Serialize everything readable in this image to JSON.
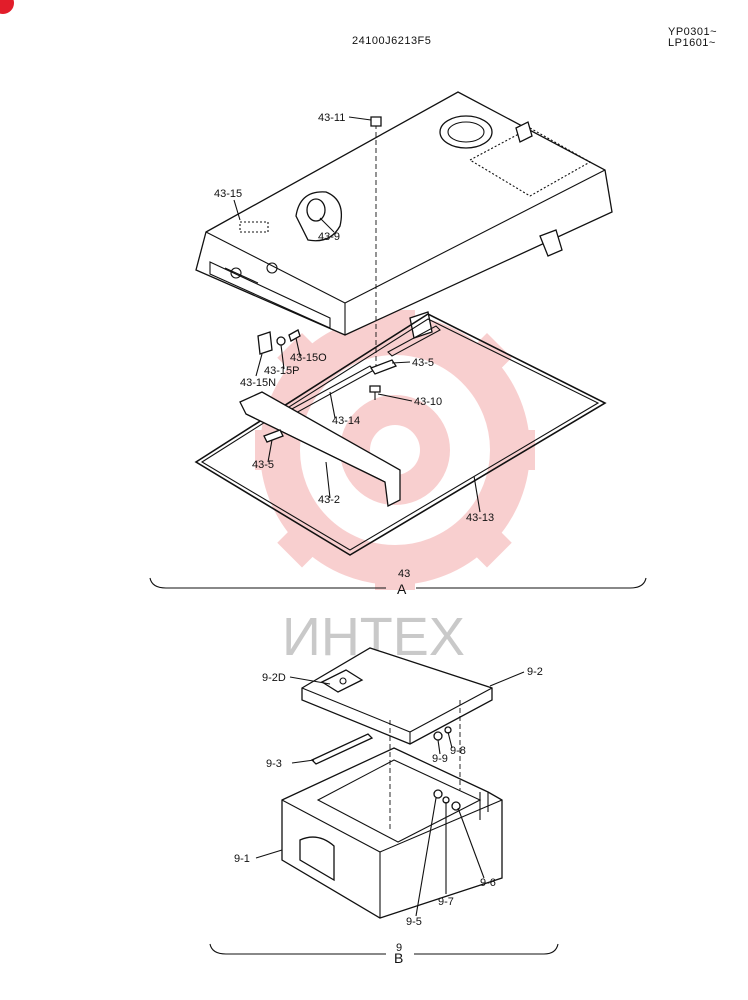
{
  "header": {
    "doc_number": "24100J6213F5",
    "serials": [
      "YP0301~",
      "LP1601~"
    ]
  },
  "watermark": {
    "text": "ИНТЕХ",
    "color": "#f4a9a9"
  },
  "section_a": {
    "group_number": "43",
    "section_letter": "A",
    "callouts": [
      "43-11",
      "43-15",
      "43-9",
      "43-15O",
      "43-15P",
      "43-15N",
      "43-5",
      "43-10",
      "43-14",
      "43-5",
      "43-2",
      "43-13"
    ]
  },
  "section_b": {
    "group_number": "9",
    "section_letter": "B",
    "callouts": [
      "9-2D",
      "9-2",
      "9-8",
      "9-9",
      "9-3",
      "9-1",
      "9-6",
      "9-7",
      "9-5"
    ]
  }
}
